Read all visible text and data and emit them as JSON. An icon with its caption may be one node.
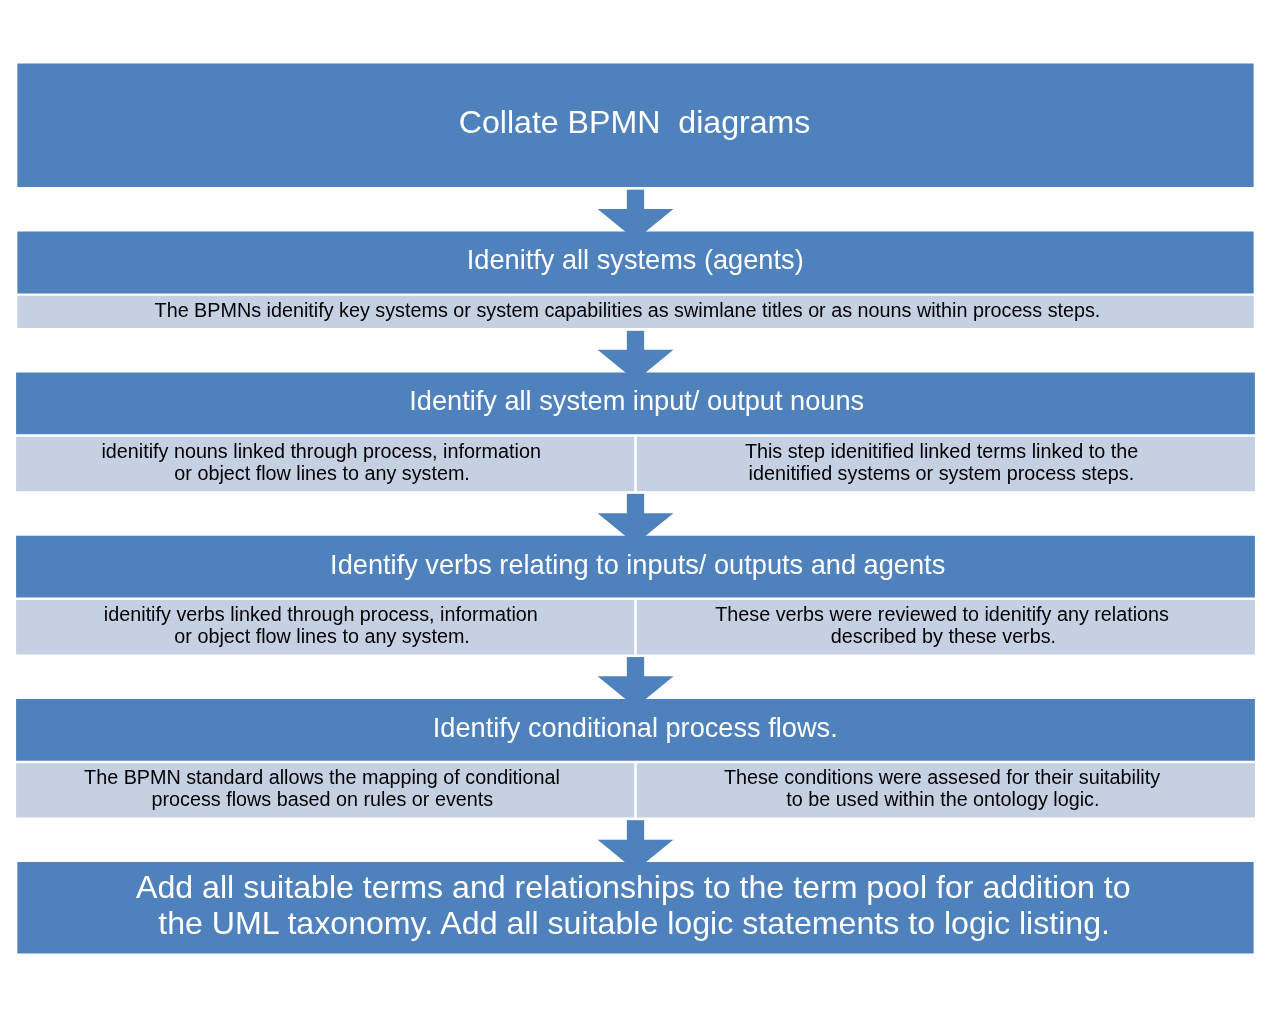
{
  "diagram": {
    "nodes": [
      {
        "text": [
          "Collate BPMN  diagrams"
        ]
      },
      {
        "text": [
          "Idenitfy all systems (agents)",
          "The BPMNs idenitify key systems or system capabilities as swimlane titles or as nouns within process steps."
        ]
      },
      {
        "text": [
          "Identify all system input/ output nouns",
          "idenitify nouns linked through process, information or object flow lines to any system.",
          "This step idenitified linked terms linked to the idenitified systems or system process steps."
        ]
      },
      {
        "text": [
          "Identify verbs relating to inputs/ outputs and agents",
          "idenitify verbs linked through process, information or object flow lines to any system.",
          "These verbs were reviewed to idenitify any relations described by these verbs."
        ]
      },
      {
        "text": [
          "Identify conditional process flows.",
          "The BPMN standard allows the mapping of conditional process flows based on rules or events",
          "These conditions were assesed for their suitability to be used within the ontology logic."
        ]
      },
      {
        "text": [
          "Add all suitable terms and relationships to the term pool for addition to the UML taxonomy. Add all suitable logic statements to logic listing."
        ]
      }
    ],
    "edges": [
      {
        "from": 0,
        "to": 1,
        "arrow": "to"
      },
      {
        "from": 1,
        "to": 2,
        "arrow": "to"
      },
      {
        "from": 2,
        "to": 3,
        "arrow": "to"
      },
      {
        "from": 3,
        "to": 4,
        "arrow": "to"
      },
      {
        "from": 4,
        "to": 5,
        "arrow": "to"
      }
    ]
  }
}
